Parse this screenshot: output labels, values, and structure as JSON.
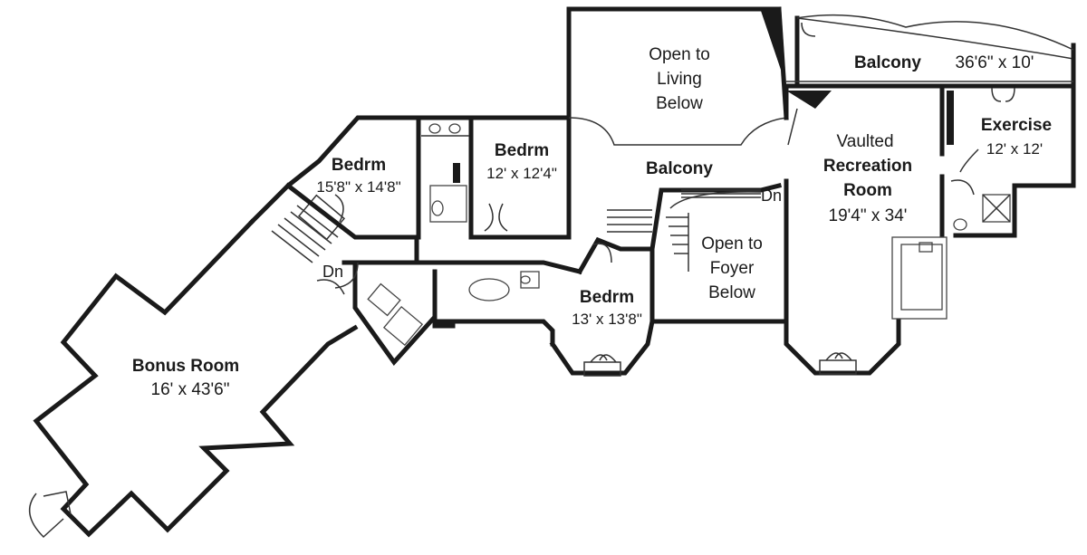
{
  "rooms": {
    "bonus": {
      "name": "Bonus Room",
      "dims": "16' x 43'6\""
    },
    "bedrm1": {
      "name": "Bedrm",
      "dims": "15'8\" x 14'8\""
    },
    "bedrm2": {
      "name": "Bedrm",
      "dims": "12' x 12'4\""
    },
    "bedrm3": {
      "name": "Bedrm",
      "dims": "13' x 13'8\""
    },
    "open_living": {
      "line1": "Open to",
      "line2": "Living",
      "line3": "Below"
    },
    "balcony_mid": {
      "name": "Balcony"
    },
    "open_foyer": {
      "line1": "Open to",
      "line2": "Foyer",
      "line3": "Below"
    },
    "recreation": {
      "line1": "Vaulted",
      "line2": "Recreation",
      "line3": "Room",
      "dims": "19'4\" x 34'"
    },
    "balcony_top": {
      "name": "Balcony",
      "dims": "36'6\" x 10'"
    },
    "exercise": {
      "name": "Exercise",
      "dims": "12' x 12'"
    }
  },
  "stair_labels": {
    "left": "Dn",
    "center": "Dn"
  }
}
